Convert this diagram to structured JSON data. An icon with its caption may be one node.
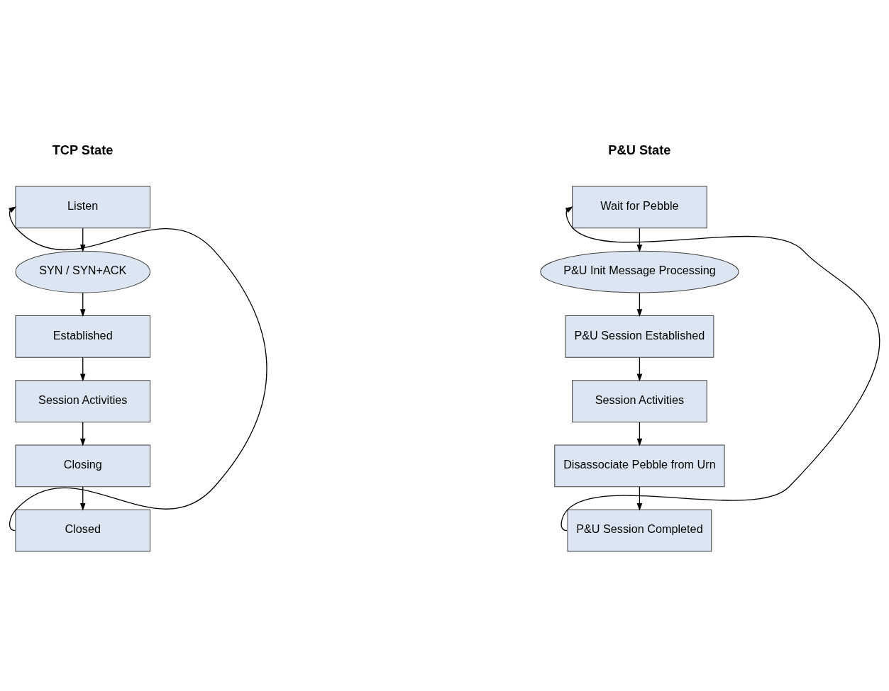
{
  "diagram": {
    "nodes": [
      {
        "text": [
          "Listen"
        ]
      },
      {
        "text": [
          "SYN / SYN+ACK"
        ]
      },
      {
        "text": [
          "Established"
        ]
      },
      {
        "text": [
          "Session Activities"
        ]
      },
      {
        "text": [
          "Closing"
        ]
      },
      {
        "text": [
          "Closed"
        ]
      },
      {
        "text": [
          "Wait for Pebble"
        ]
      },
      {
        "text": [
          "P&U Init Message Processing"
        ]
      },
      {
        "text": [
          "P&U Session Established"
        ]
      },
      {
        "text": [
          "Session Activities"
        ]
      },
      {
        "text": [
          "Disassociate Pebble from Urn"
        ]
      },
      {
        "text": [
          "P&U Session Completed"
        ]
      }
    ],
    "edges": [
      {
        "from": 0,
        "to": 1,
        "arrow": "to"
      },
      {
        "from": 1,
        "to": 2,
        "arrow": "to"
      },
      {
        "from": 2,
        "to": 3,
        "arrow": "to"
      },
      {
        "from": 3,
        "to": 4,
        "arrow": "to"
      },
      {
        "from": 4,
        "to": 5,
        "arrow": "to"
      },
      {
        "from": 5,
        "to": 0,
        "arrow": "to"
      },
      {
        "from": 6,
        "to": 7,
        "arrow": "to"
      },
      {
        "from": 7,
        "to": 8,
        "arrow": "to"
      },
      {
        "from": 8,
        "to": 9,
        "arrow": "to"
      },
      {
        "from": 9,
        "to": 10,
        "arrow": "to"
      },
      {
        "from": 10,
        "to": 11,
        "arrow": "to"
      },
      {
        "from": 11,
        "to": 6,
        "arrow": "to"
      }
    ],
    "labels": [
      "TCP State",
      "P&U State"
    ]
  }
}
